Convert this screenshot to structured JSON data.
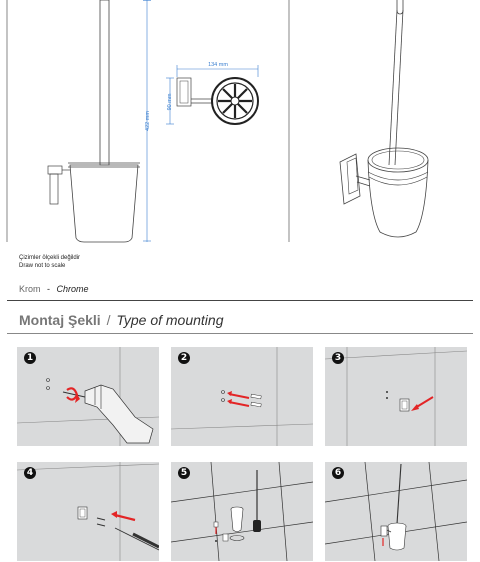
{
  "dimensions": {
    "height_label": "422 mm",
    "width_label": "134 mm",
    "depth_label": "90 mm"
  },
  "notes": {
    "line1": "Çizimler ölçekli değildir",
    "line2": "Draw not to scale"
  },
  "finish": {
    "tr": "Krom",
    "sep": "-",
    "en": "Chrome"
  },
  "mounting": {
    "title_tr": "Montaj Şekli",
    "sep": "/",
    "title_en": "Type of mounting"
  },
  "steps": [
    {
      "number": "1",
      "icon": "drill-icon"
    },
    {
      "number": "2",
      "icon": "anchor-plugs-icon"
    },
    {
      "number": "3",
      "icon": "bracket-screw-icon"
    },
    {
      "number": "4",
      "icon": "bracket-screwdriver-icon"
    },
    {
      "number": "5",
      "icon": "parts-assembly-icon"
    },
    {
      "number": "6",
      "icon": "finished-holder-icon"
    }
  ],
  "colors": {
    "accent_red": "#e32526",
    "panel_gray": "#d9dadb",
    "dim_blue": "#3a7fd0"
  }
}
